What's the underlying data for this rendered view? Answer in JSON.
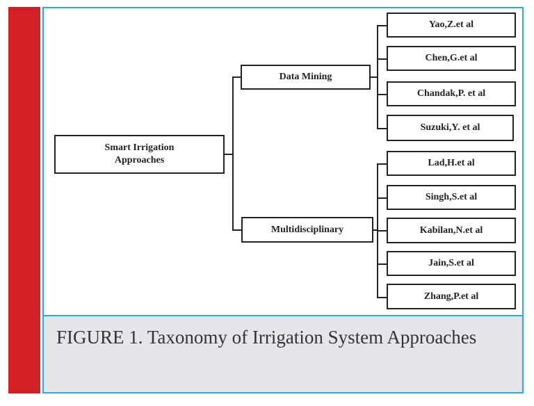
{
  "root": {
    "label_line1": "Smart Irrigation",
    "label_line2": "Approaches"
  },
  "categories": [
    {
      "label": "Data Mining",
      "authors": [
        "Yao,Z.et al",
        "Chen,G.et al",
        "Chandak,P. et al",
        "Suzuki,Y. et al"
      ]
    },
    {
      "label": "Multidisciplinary",
      "authors": [
        "Lad,H.et al",
        "Singh,S.et al",
        "Kabilan,N.et al",
        "Jain,S.et al",
        "Zhang,P.et al"
      ]
    }
  ],
  "caption": {
    "text": "FIGURE 1. Taxonomy of Irrigation System Approaches"
  },
  "colors": {
    "accent_red": "#d32027",
    "frame_blue": "#29a9e1",
    "caption_bg": "#e6e6e8"
  }
}
